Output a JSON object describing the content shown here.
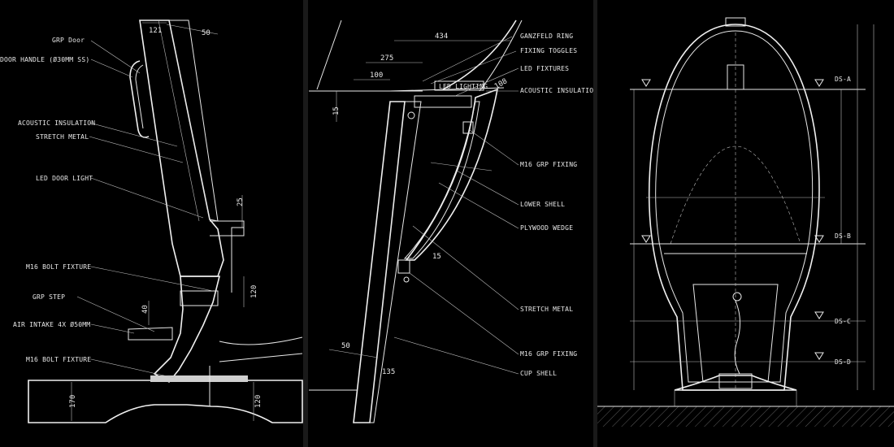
{
  "panel_left": {
    "labels": {
      "grp_door": "GRP Door",
      "door_handle": "DOOR HANDLE (Ø30MM SS)",
      "acoustic_insulation": "ACOUSTIC INSULATION",
      "stretch_metal": "STRETCH METAL",
      "led_door_light": "LED DOOR LIGHT",
      "m16_bolt_fixture_1": "M16 BOLT FIXTURE",
      "grp_step": "GRP STEP",
      "air_intake": "AIR INTAKE 4X Ø50MM",
      "m16_bolt_fixture_2": "M16 BOLT FIXTURE"
    },
    "dims": {
      "d121": "121",
      "d50": "50",
      "d25": "25",
      "d120a": "120",
      "d40": "40",
      "d170": "170",
      "d120b": "120"
    }
  },
  "panel_middle": {
    "labels": {
      "ganzfeld_ring": "GANZFELD RING",
      "fixing_toggles": "FIXING TOGGLES",
      "led_fixtures": "LED FIXTURES",
      "acoustic_insulation": "ACOUSTIC INSULATION",
      "led_lighting": "LED LIGHTING",
      "m16_grp_fixing_1": "M16 GRP FIXING",
      "lower_shell": "LOWER SHELL",
      "plywood_wedge": "PLYWOOD WEDGE",
      "stretch_metal": "STRETCH METAL",
      "m16_grp_fixing_2": "M16 GRP FIXING",
      "cup_shell": "CUP SHELL"
    },
    "dims": {
      "d434": "434",
      "d275": "275",
      "d100": "100",
      "d108": "108",
      "d15a": "15",
      "d15b": "15",
      "d50": "50",
      "d135": "135"
    }
  },
  "panel_right": {
    "levels": {
      "ds_a": "DS-A",
      "ds_b": "DS-B",
      "ds_c": "DS-C",
      "ds_d": "DS-D"
    }
  }
}
